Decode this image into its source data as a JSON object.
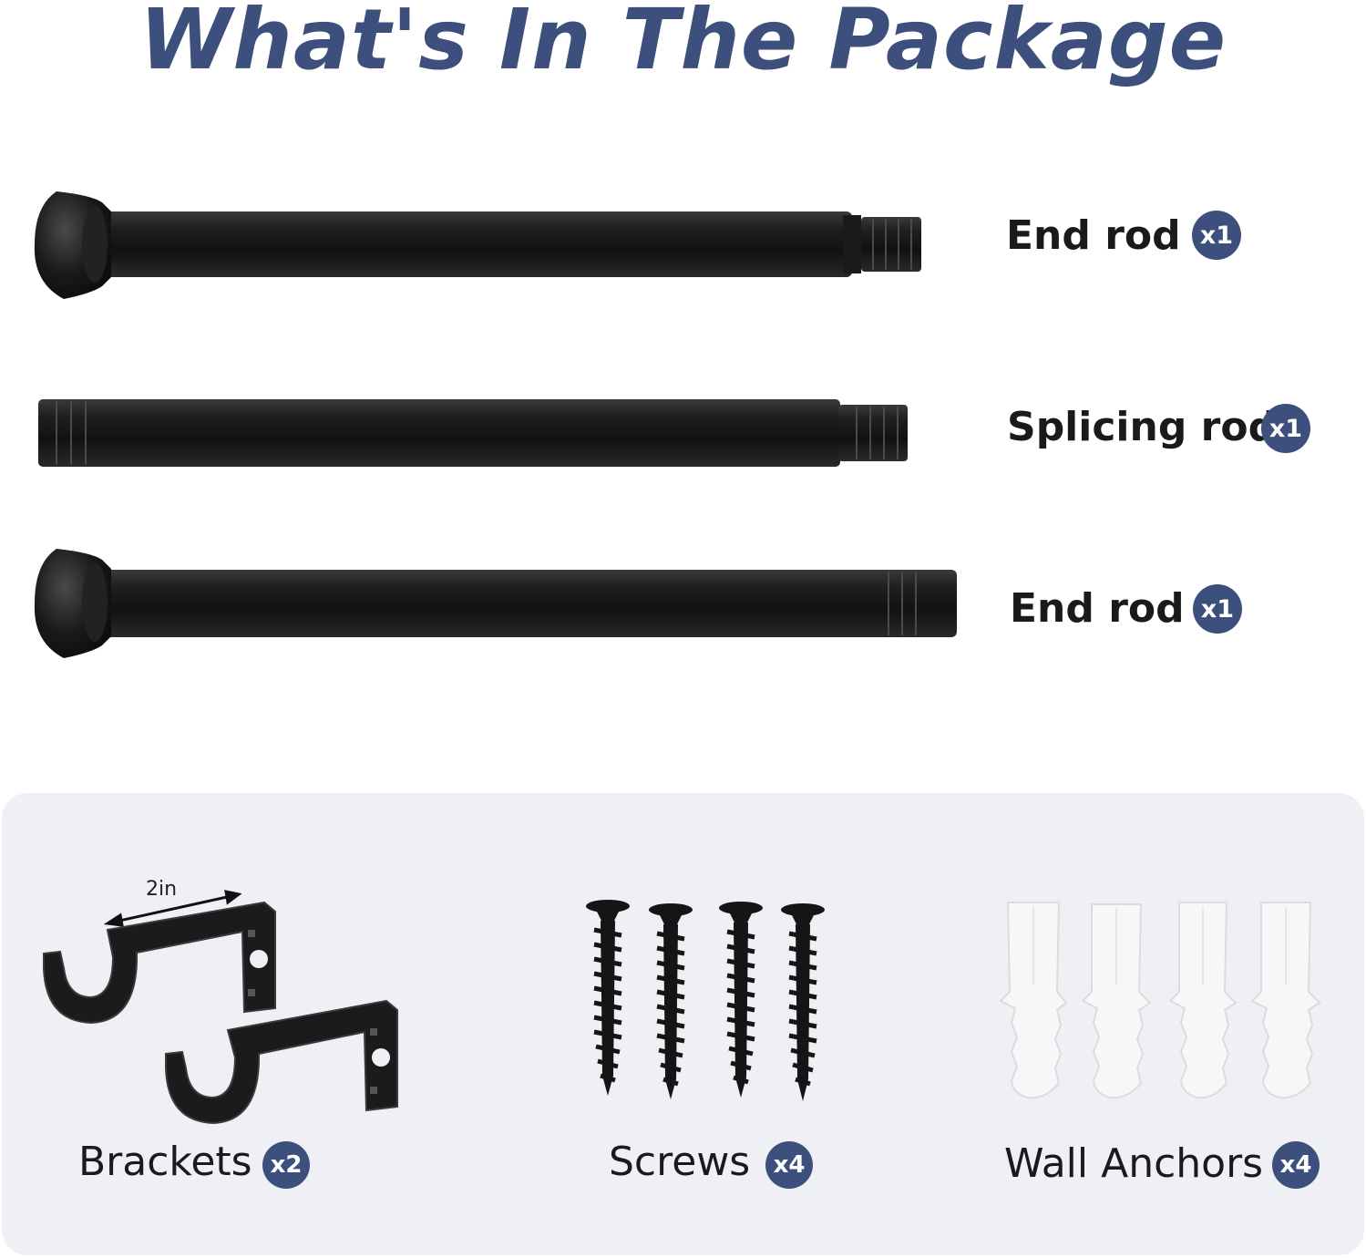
{
  "title": "What's In The Package",
  "rods": [
    {
      "label": "End rod",
      "quantity": "x1"
    },
    {
      "label": "Splicing rod",
      "quantity": "x1"
    },
    {
      "label": "End rod",
      "quantity": "x1"
    }
  ],
  "accessories": {
    "brackets": {
      "label": "Brackets",
      "quantity": "x2",
      "dimension": "2in"
    },
    "screws": {
      "label": "Screws",
      "quantity": "x4"
    },
    "wall_anchors": {
      "label": "Wall Anchors",
      "quantity": "x4"
    }
  },
  "colors": {
    "accent": "#3d4f7c",
    "rod": "#1c1c1c",
    "panel_background": "#eef0f5",
    "anchor": "#f4f4f4"
  }
}
